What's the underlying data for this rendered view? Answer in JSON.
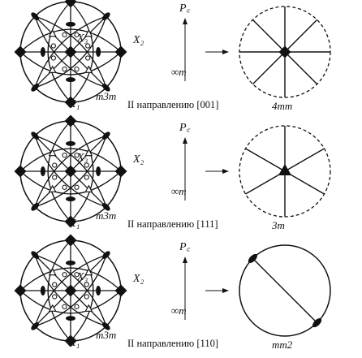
{
  "rows": [
    {
      "stereogram_symbol": "m3m",
      "axis_x1": "X₁",
      "axis_x2": "X₂",
      "axis_x3": "X₃",
      "field_label": "P꜀",
      "field_symbol": "∞m",
      "caption": "II направлению [001]",
      "result_symbol": "4mm",
      "result_type": "4mm"
    },
    {
      "stereogram_symbol": "m3m",
      "axis_x1": "X₁",
      "axis_x2": "X₂",
      "axis_x3": "X₃",
      "field_label": "P꜀",
      "field_symbol": "∞m",
      "caption": "II направлению [111]",
      "result_symbol": "3m",
      "result_type": "3m"
    },
    {
      "stereogram_symbol": "m3m",
      "axis_x1": "X₁",
      "axis_x2": "X₂",
      "axis_x3": "X₃",
      "field_label": "P꜀",
      "field_symbol": "∞m",
      "caption": "II направлению [110]",
      "result_symbol": "mm2",
      "result_type": "mm2"
    }
  ]
}
